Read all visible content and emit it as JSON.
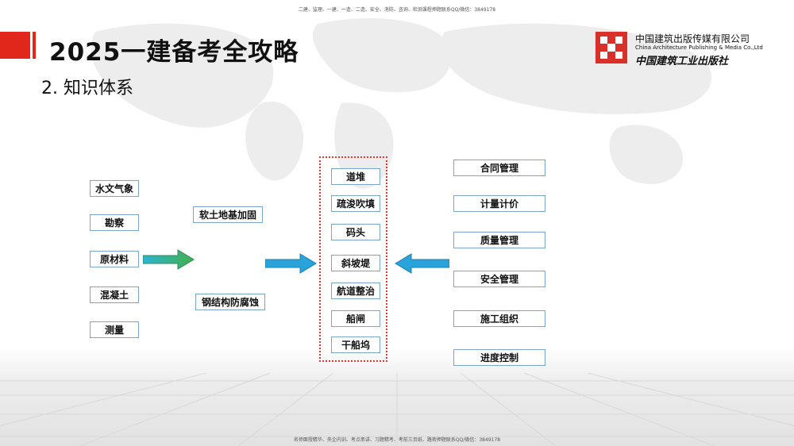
{
  "header": {
    "top_note": "二建、监理、一建、一造、二造、安全、消防、咨询、检测课程押题联系QQ/微信：3849178",
    "title": "2025一建备考全攻略",
    "subtitle": "2. 知识体系"
  },
  "publisher": {
    "name_cn": "中国建筑出版传媒有限公司",
    "name_en": "China Architecture Publishing & Media Co.,Ltd",
    "name_cn_art": "中国建筑工业出版社"
  },
  "diagram": {
    "left_items": [
      "水文气象",
      "勘察",
      "原材料",
      "混凝土",
      "测量"
    ],
    "middle_items": [
      "软土地基加固",
      "钢结构防腐蚀"
    ],
    "center_items": [
      "道堆",
      "疏浚吹填",
      "码头",
      "斜坡堤",
      "航道整治",
      "船闸",
      "干船坞"
    ],
    "right_items": [
      "合同管理",
      "计量计价",
      "质量管理",
      "安全管理",
      "施工组织",
      "进度控制"
    ]
  },
  "footer": {
    "bottom_note": "名师面授精华、央企内训、考点串讲、习题精考、考前三页纸、路密押题联系QQ/微信：3849178"
  },
  "colors": {
    "accent_red": "#e1261c",
    "box_border": "#7aa6d3",
    "arrow_green": "#4caf50",
    "arrow_blue": "#29a3d9"
  }
}
